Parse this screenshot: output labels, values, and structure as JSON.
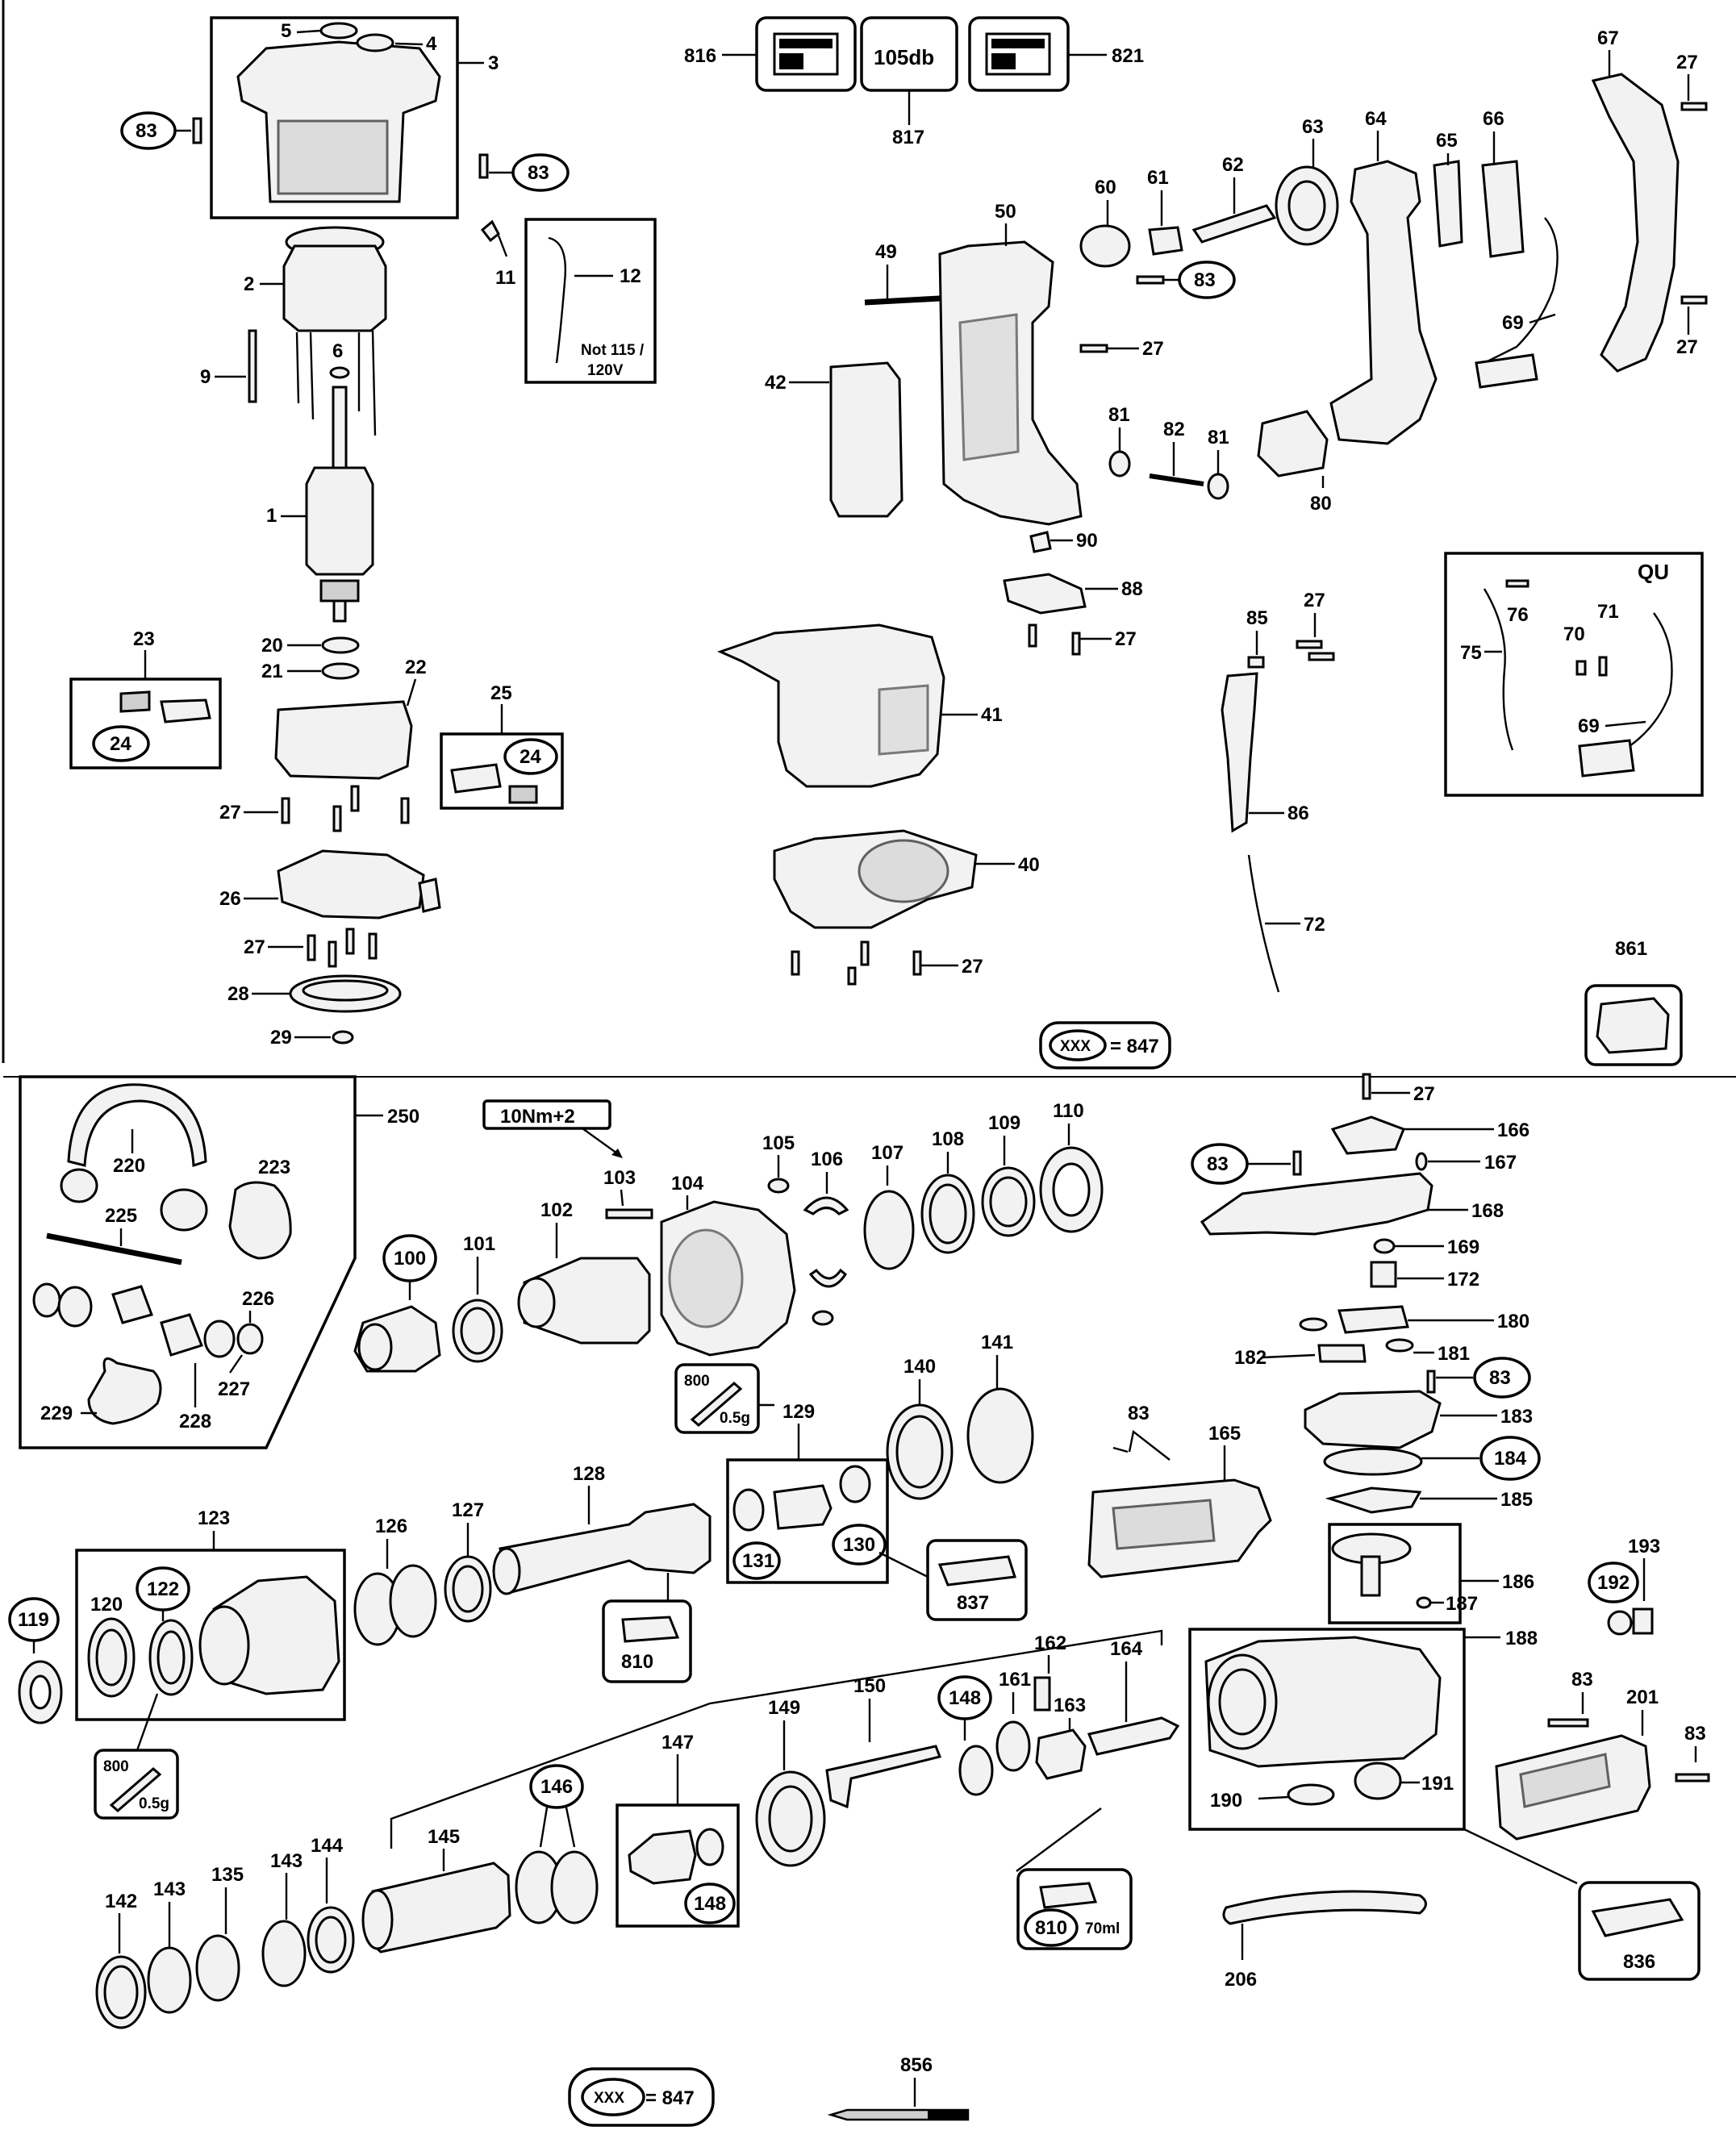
{
  "labels": {
    "p5": "5",
    "p4": "4",
    "p3": "3",
    "p83a": "83",
    "p83b": "83",
    "p2": "2",
    "p11": "11",
    "p12": "12",
    "note115": "Not 115 /",
    "note120": "120V",
    "p9": "9",
    "p6": "6",
    "p1": "1",
    "p20": "20",
    "p21": "21",
    "p22": "22",
    "p23": "23",
    "p24a": "24",
    "p25": "25",
    "p24b": "24",
    "p27a": "27",
    "p26": "26",
    "p27b": "27",
    "p28": "28",
    "p29": "29",
    "p816": "816",
    "p105db": "105db",
    "p821": "821",
    "p817": "817",
    "p50": "50",
    "p49": "49",
    "p42": "42",
    "p27c": "27",
    "p90": "90",
    "p88": "88",
    "p27d": "27",
    "p41": "41",
    "p40": "40",
    "p27e": "27",
    "p60": "60",
    "p61": "61",
    "p62": "62",
    "p63": "63",
    "p64": "64",
    "p65": "65",
    "p66": "66",
    "p67": "67",
    "p27f": "27",
    "p27g": "27",
    "p69a": "69",
    "p83c": "83",
    "p81a": "81",
    "p82": "82",
    "p81b": "81",
    "p80": "80",
    "p27h": "27",
    "p85": "85",
    "p86": "86",
    "p72": "72",
    "qu": "QU",
    "p76": "76",
    "p75": "75",
    "p71": "71",
    "p70": "70",
    "p69b": "69",
    "p861": "861",
    "xxx1": "XXX",
    "eq847a": "= 847",
    "p250": "250",
    "p220": "220",
    "p223": "223",
    "p225": "225",
    "p226": "226",
    "p227": "227",
    "p228": "228",
    "p229": "229",
    "torque": "10Nm+2",
    "p103": "103",
    "p104": "104",
    "p105": "105",
    "p106": "106",
    "p107": "107",
    "p108": "108",
    "p109": "109",
    "p110": "110",
    "p100": "100",
    "p101": "101",
    "p102": "102",
    "p800a": "800",
    "g05a": "0.5g",
    "p129": "129",
    "p140": "140",
    "p141": "141",
    "p131": "131",
    "p130": "130",
    "p837": "837",
    "p128": "128",
    "p810a": "810",
    "p123": "123",
    "p126": "126",
    "p127": "127",
    "p120": "120",
    "p122": "122",
    "p119": "119",
    "p800b": "800",
    "g05b": "0.5g",
    "p27i": "27",
    "p166": "166",
    "p83d": "83",
    "p167": "167",
    "p168": "168",
    "p169": "169",
    "p172": "172",
    "p180": "180",
    "p182": "182",
    "p181": "181",
    "p83e": "83",
    "p183": "183",
    "p184": "184",
    "p185": "185",
    "p83f": "83",
    "p165": "165",
    "p186": "186",
    "p187": "187",
    "p192": "192",
    "p193": "193",
    "p188": "188",
    "p190": "190",
    "p191": "191",
    "p83g": "83",
    "p201": "201",
    "p83h": "83",
    "p162": "162",
    "p164": "164",
    "p161": "161",
    "p163": "163",
    "p150": "150",
    "p148a": "148",
    "p149": "149",
    "p147": "147",
    "p148b": "148",
    "p146": "146",
    "p145": "145",
    "p142": "142",
    "p143a": "143",
    "p135": "135",
    "p143b": "143",
    "p144": "144",
    "p810b": "810",
    "ml70": "70ml",
    "p206": "206",
    "p836": "836",
    "xxx2": "XXX",
    "eq847b": "= 847",
    "p856": "856"
  }
}
